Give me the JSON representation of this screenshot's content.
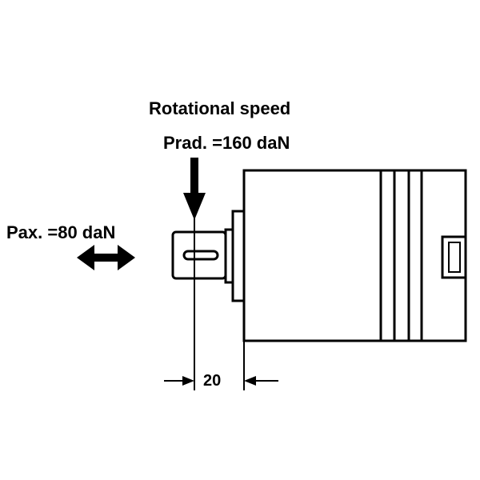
{
  "labels": {
    "title": "Rotational speed",
    "radial_load": "Prad. =160 daN",
    "axial_load": "Pax. =80 daN",
    "dimension": "20"
  }
}
